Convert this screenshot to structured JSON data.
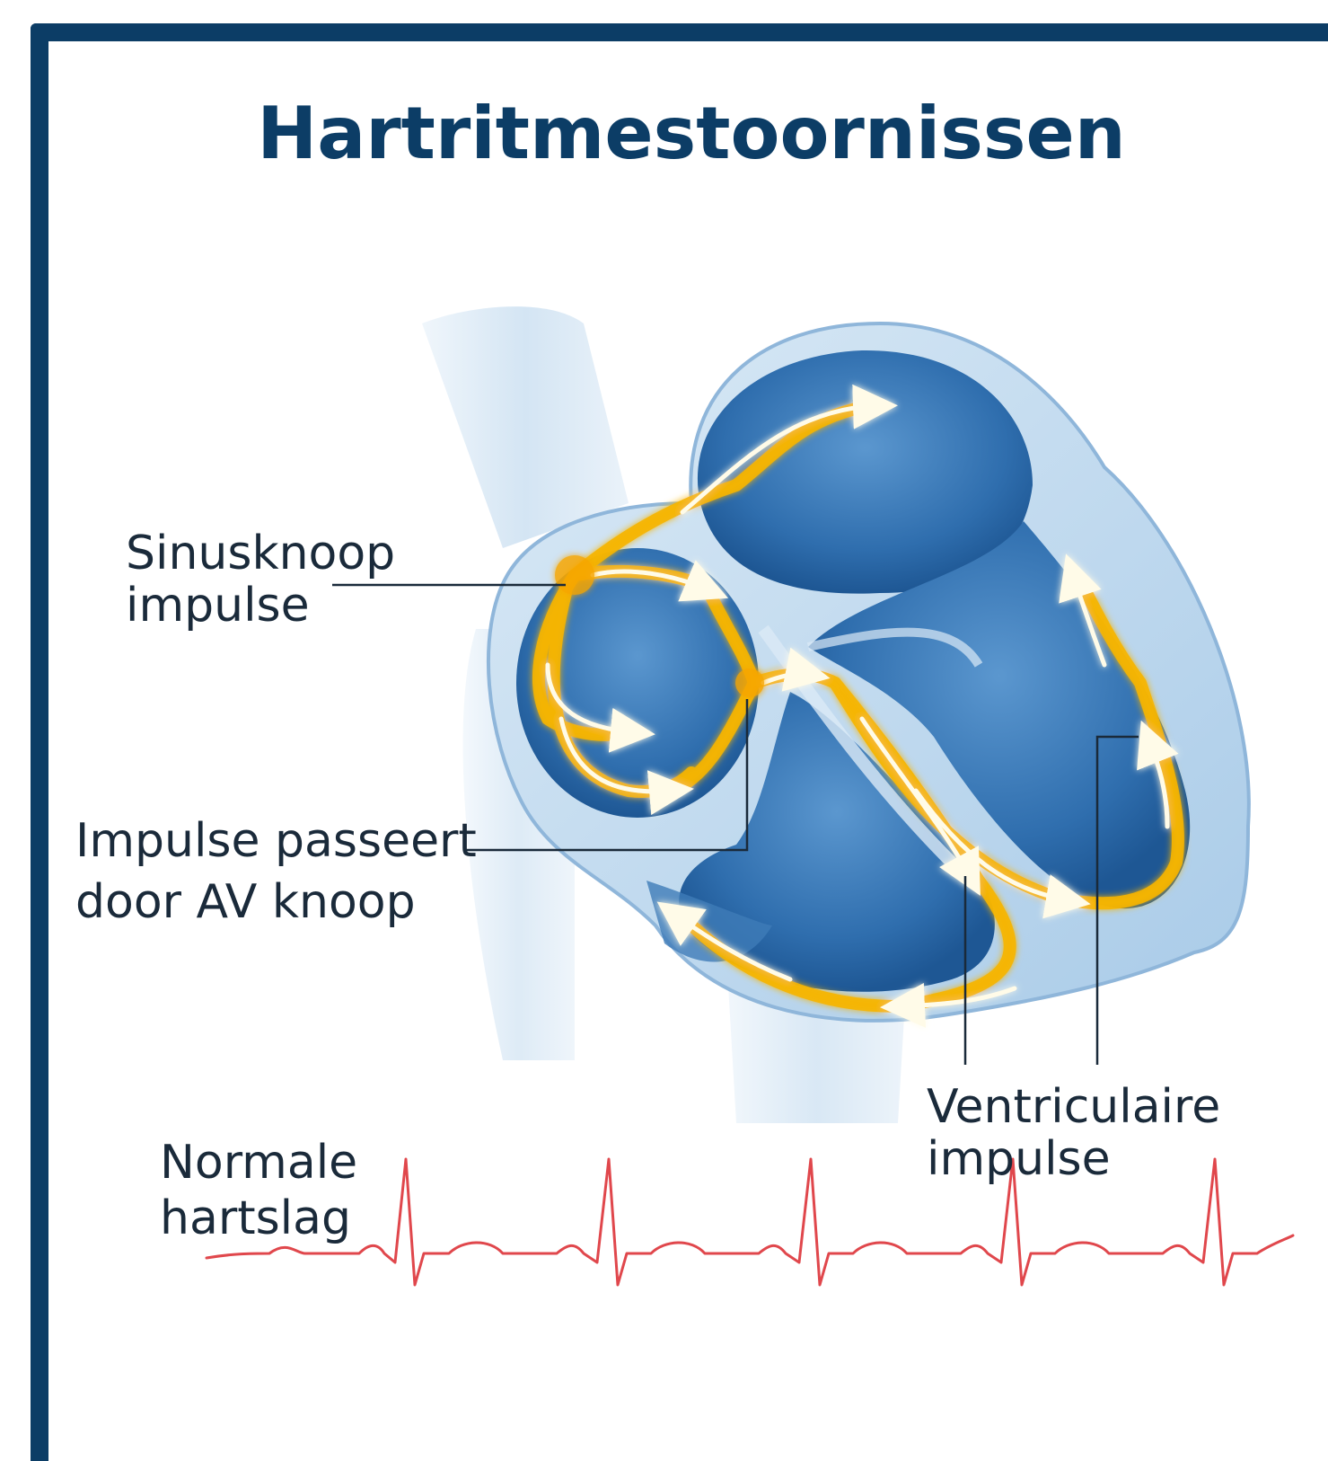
{
  "title": "Hartritmestoornissen",
  "labels": {
    "sinus": {
      "line1": "Sinusknoop",
      "line2": "impulse"
    },
    "av": {
      "line1": "Impulse passeert",
      "line2": "door AV knoop"
    },
    "ventricular": {
      "line1": "Ventriculaire",
      "line2": "impulse"
    },
    "normal": {
      "line1": "Normale",
      "line2": "hartslag"
    }
  },
  "colors": {
    "frame": "#0c3d66",
    "heart_dark": "#2f6eae",
    "heart_light": "#a9cbe8",
    "impulse": "#f7b500",
    "ecg": "#e0474c"
  }
}
